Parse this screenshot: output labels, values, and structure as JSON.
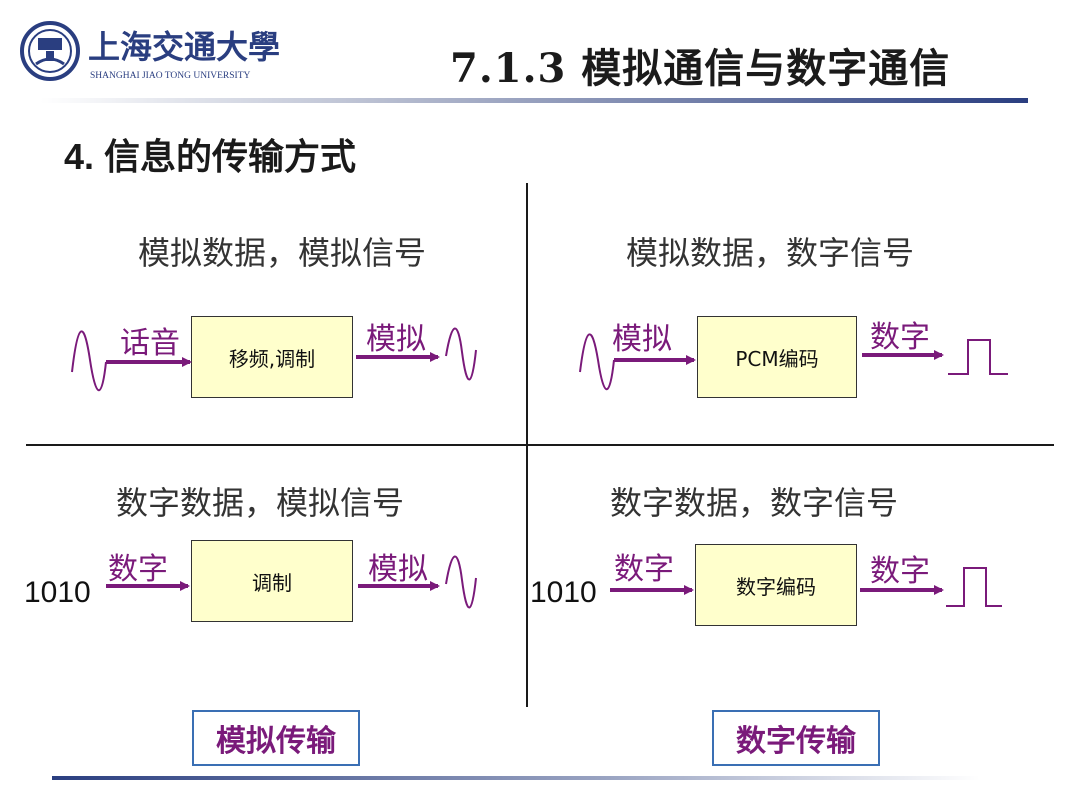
{
  "header": {
    "logo_chinese": "上海交通大學",
    "logo_english": "SHANGHAI JIAO TONG UNIVERSITY",
    "title": "7.1.3 模拟通信与数字通信"
  },
  "section_heading": "4. 信息的传输方式",
  "quadrants": {
    "top_left": {
      "title": "模拟数据，模拟信号",
      "input_label": "话音",
      "box": "移频,调制",
      "output_label": "模拟"
    },
    "top_right": {
      "title": "模拟数据，数字信号",
      "input_label": "模拟",
      "box": "PCM编码",
      "output_label": "数字"
    },
    "bottom_left": {
      "title": "数字数据，模拟信号",
      "input_bits": "1010",
      "input_label": "数字",
      "box": "调制",
      "output_label": "模拟"
    },
    "bottom_right": {
      "title": "数字数据，数字信号",
      "input_bits": "1010",
      "input_label": "数字",
      "box": "数字编码",
      "output_label": "数字"
    }
  },
  "tags": {
    "analog": "模拟传输",
    "digital": "数字传输"
  },
  "colors": {
    "arrow": "#7a1a7a",
    "box_fill": "#ffffcc",
    "tag_border": "#3a6fb4",
    "accent_blue": "#2a3e80"
  }
}
